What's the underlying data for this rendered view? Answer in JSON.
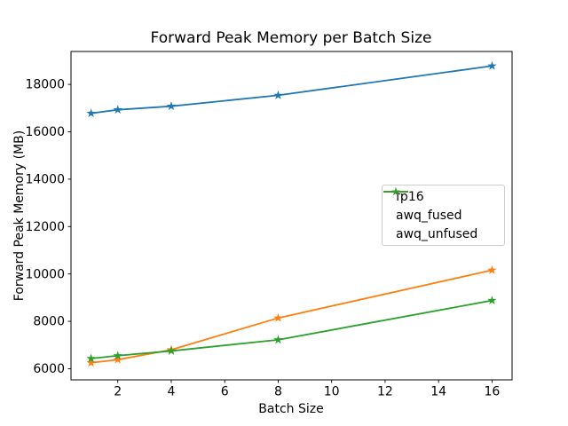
{
  "chart_data": {
    "type": "line",
    "title": "Forward Peak Memory per Batch Size",
    "xlabel": "Batch Size",
    "ylabel": "Forward Peak Memory (MB)",
    "x": [
      1,
      2,
      4,
      8,
      16
    ],
    "series": [
      {
        "name": "fp16",
        "color": "#1f77b4",
        "values": [
          16780,
          16930,
          17080,
          17540,
          18780
        ]
      },
      {
        "name": "awq_fused",
        "color": "#ff7f0e",
        "values": [
          6250,
          6380,
          6800,
          8140,
          10160
        ]
      },
      {
        "name": "awq_unfused",
        "color": "#2ca02c",
        "values": [
          6430,
          6550,
          6750,
          7220,
          8880
        ]
      }
    ],
    "marker": "star",
    "xticks": [
      2,
      4,
      6,
      8,
      10,
      12,
      14,
      16
    ],
    "yticks": [
      6000,
      8000,
      10000,
      12000,
      14000,
      16000,
      18000
    ],
    "xlim": [
      0.25,
      16.75
    ],
    "ylim": [
      5530,
      19390
    ],
    "grid": false,
    "legend_position": "center-right",
    "axis_color": "#000000",
    "background_color": "#ffffff"
  }
}
